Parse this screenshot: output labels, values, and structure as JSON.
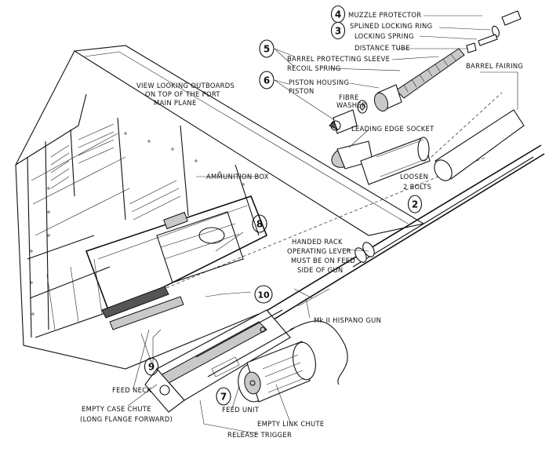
{
  "labels": {
    "muzzle_protector": "MUZZLE PROTECTOR",
    "splined_locking_ring": "SPLINED LOCKING RING",
    "locking_spring": "LOCKING SPRING",
    "distance_tube": "DISTANCE TUBE",
    "barrel_protecting_sleeve": "BARREL PROTECTING SLEEVE",
    "recoil_spring": "RECOIL SPRING",
    "piston_housing": "PISTON HOUSING",
    "piston": "PISTON",
    "fibre": "FIBRE",
    "washer": "WASHER",
    "barrel_fairing": "BARREL FAIRING",
    "leading_edge_socket": "LEADING EDGE SOCKET",
    "view_line1": "VIEW LOOKING OUTBOARDS",
    "view_line2": "ON TOP OF THE PORT",
    "view_line3": "MAIN PLANE",
    "ammunition_box": "AMMUNITION BOX",
    "loosen": "LOOSEN",
    "two_bolts": "2 BOLTS",
    "handed_rack_line1": "HANDED RACK",
    "handed_rack_line2": "OPERATING LEVER",
    "handed_rack_line3": "MUST BE ON FEED",
    "handed_rack_line4": "SIDE OF GUN",
    "hispano_gun": "Mk II HISPANO GUN",
    "feed_neck": "FEED NECK",
    "empty_case_chute": "EMPTY CASE CHUTE",
    "long_flange": "(LONG FLANGE FORWARD)",
    "feed_unit": "FEED UNIT",
    "empty_link_chute": "EMPTY LINK CHUTE",
    "release_trigger": "RELEASE TRIGGER"
  },
  "step_numbers": {
    "s2": "2",
    "s3": "3",
    "s4": "4",
    "s5": "5",
    "s6": "6",
    "s7": "7",
    "s8": "8",
    "s9": "9",
    "s10": "10"
  }
}
